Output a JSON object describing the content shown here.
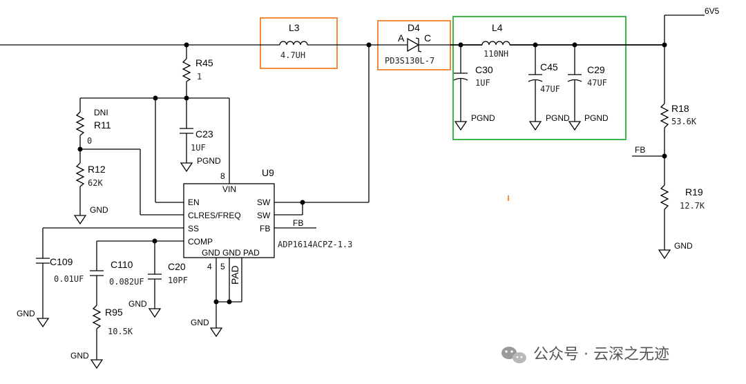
{
  "nets": {
    "vout": "6V5",
    "fb_left": "FB",
    "fb_right": "FB",
    "gnd": "GND",
    "pgnd": "PGND"
  },
  "components": {
    "L3": {
      "ref": "L3",
      "value": "4.7UH"
    },
    "D4": {
      "ref": "D4",
      "value": "PD3S130L-7",
      "pin_a": "A",
      "pin_c": "C"
    },
    "L4": {
      "ref": "L4",
      "value": "110NH"
    },
    "C30": {
      "ref": "C30",
      "value": "1UF"
    },
    "C45": {
      "ref": "C45",
      "value": "47UF"
    },
    "C29": {
      "ref": "C29",
      "value": "47UF"
    },
    "R45": {
      "ref": "R45",
      "value": "1"
    },
    "C23": {
      "ref": "C23",
      "value": "1UF"
    },
    "R11": {
      "ref": "R11",
      "value": "0",
      "note": "DNI"
    },
    "R12": {
      "ref": "R12",
      "value": "62K"
    },
    "R18": {
      "ref": "R18",
      "value": "53.6K"
    },
    "R19": {
      "ref": "R19",
      "value": "12.7K"
    },
    "C109": {
      "ref": "C109",
      "value": "0.01UF"
    },
    "C110": {
      "ref": "C110",
      "value": "0.082UF"
    },
    "C20": {
      "ref": "C20",
      "value": "10PF"
    },
    "R95": {
      "ref": "R95",
      "value": "10.5K"
    }
  },
  "ic": {
    "ref": "U9",
    "part": "ADP1614ACPZ-1.3",
    "pins": {
      "vin": "VIN",
      "en": "EN",
      "clres": "CLRES/FREQ",
      "ss": "SS",
      "comp": "COMP",
      "sw1": "SW",
      "sw2": "SW",
      "fb": "FB",
      "gnd_pad": "GND GND PAD",
      "pad_vertical": "PAD"
    },
    "pin_numbers": {
      "vin": "8",
      "gnd1": "4",
      "gnd2": "5"
    }
  },
  "watermark": "公众号 · 云深之无迹",
  "colors": {
    "highlight_orange": "#f08a3c",
    "highlight_green": "#3db54a",
    "wire": "#000000"
  }
}
